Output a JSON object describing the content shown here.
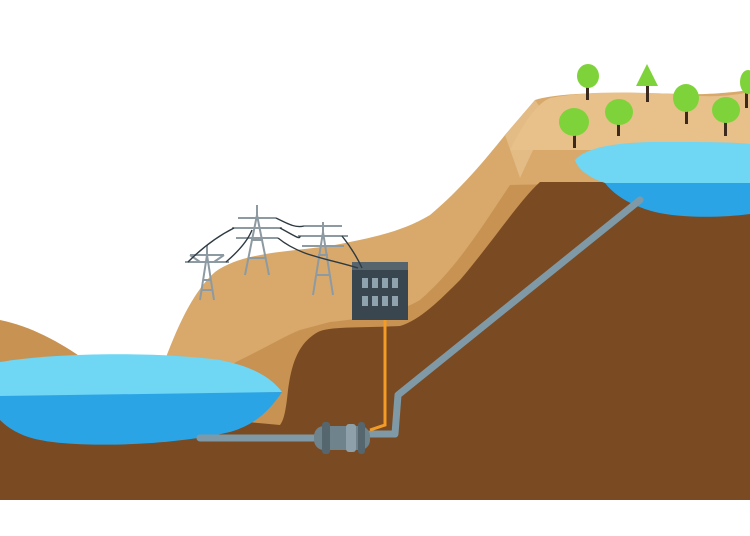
{
  "diagram": {
    "components": [
      {
        "id": "lower-reservoir",
        "icon": "water-icon"
      },
      {
        "id": "upper-reservoir",
        "icon": "water-icon"
      },
      {
        "id": "pump-turbine",
        "icon": "turbine-icon"
      },
      {
        "id": "power-house",
        "icon": "building-icon"
      },
      {
        "id": "transmission-towers",
        "icon": "pylon-icon",
        "count": 3
      },
      {
        "id": "penstock",
        "icon": "pipe-icon"
      },
      {
        "id": "trees",
        "icon": "tree-icon",
        "count": 7
      }
    ],
    "colors": {
      "background": "#ffffff",
      "ground_dark": "#7a4a22",
      "ground_mid": "#9b6a3c",
      "hill_light": "#d8a96a",
      "hill_mid": "#c89253",
      "water_light": "#6fd6f4",
      "water_dark": "#2ba4e6",
      "pipe": "#7f9aa6",
      "cable": "#f39b25",
      "building": "#394650",
      "tower": "#8d9aa2",
      "tree_foliage": "#7fd33a",
      "tree_trunk": "#3b2a1d"
    }
  }
}
